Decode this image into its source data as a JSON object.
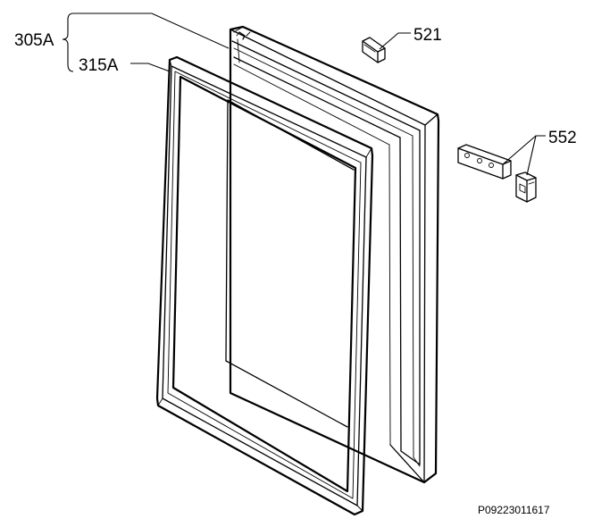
{
  "callouts": {
    "door_assembly": "305A",
    "door_seal": "315A",
    "part_521": "521",
    "part_552": "552"
  },
  "drawing_code": "P09223011617"
}
